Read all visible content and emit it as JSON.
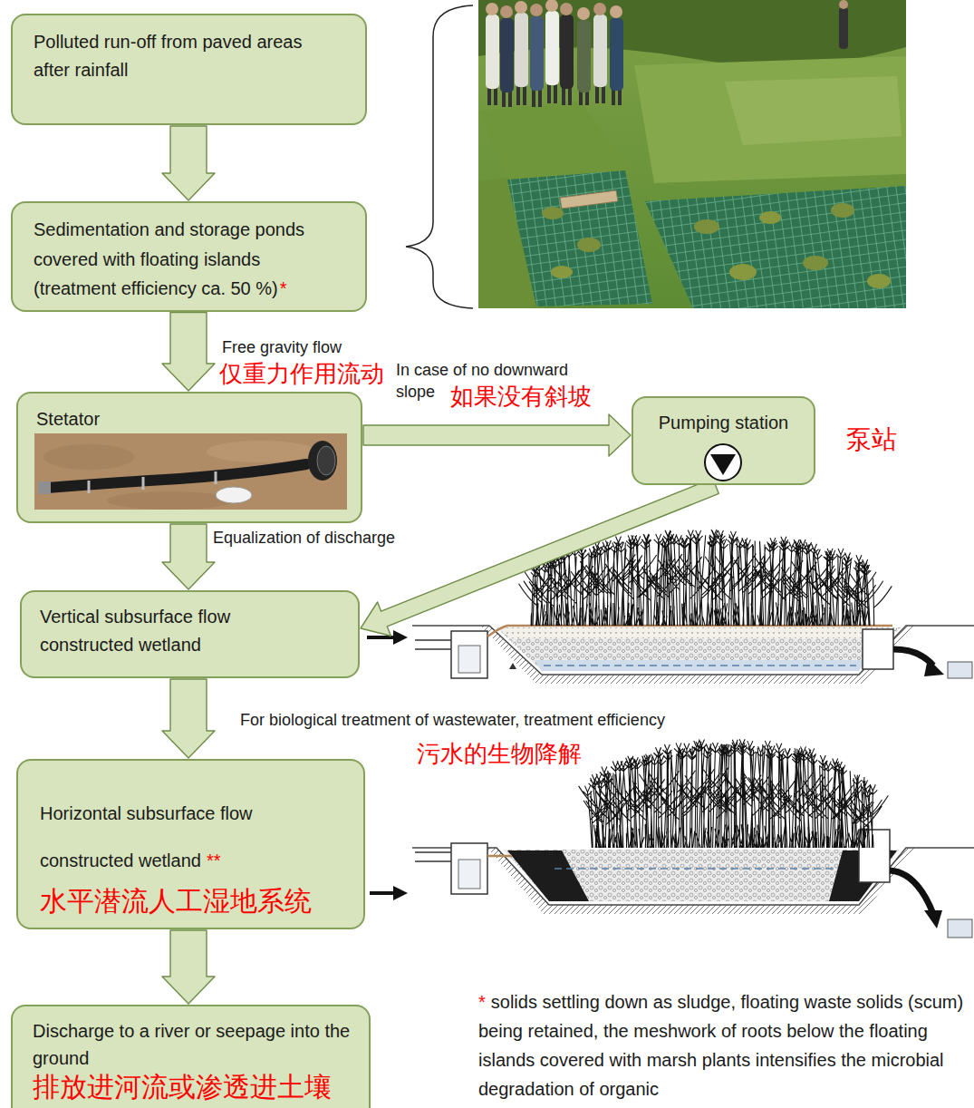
{
  "diagram": {
    "nodes": [
      {
        "text": [
          "Polluted run-off from paved areas after rainfall"
        ]
      },
      {
        "text": [
          "Sedimentation and storage ponds covered with floating islands (treatment efficiency ca. 50 %)",
          "*"
        ]
      },
      {
        "text": [
          "Stetator"
        ]
      },
      {
        "text": [
          "Pumping station"
        ]
      },
      {
        "text": [
          "Vertical subsurface flow constructed wetland"
        ]
      },
      {
        "text": [
          "Horizontal subsurface flow constructed wetland",
          "**",
          "水平潜流人工湿地系统"
        ]
      },
      {
        "text": [
          "Discharge to a river or seepage into the ground",
          "排放进河流或渗透进土壤"
        ]
      }
    ],
    "edges": [
      {
        "from": 0,
        "to": 1,
        "arrow": "to"
      },
      {
        "from": 1,
        "to": 2,
        "label": "Free gravity flow",
        "arrow": "to"
      },
      {
        "from": 2,
        "to": 3,
        "label": "In case of no downward slope",
        "arrow": "to"
      },
      {
        "from": 2,
        "to": 4,
        "label": "Equalization of discharge",
        "arrow": "to"
      },
      {
        "from": 3,
        "to": 4,
        "arrow": "to"
      },
      {
        "from": 4,
        "to": 5,
        "label": "For biological treatment of wastewater, treatment efficiency",
        "arrow": "to"
      },
      {
        "from": 5,
        "to": 6,
        "arrow": "to"
      }
    ],
    "labels": [
      "仅重力作用流动",
      "如果没有斜坡",
      "泵站",
      "污水的生物降解",
      "*",
      "solids settling down as sludge, floating waste solids (scum) being retained, the meshwork of roots below the floating islands covered with marsh plants intensifies the microbial degradation of organic"
    ]
  }
}
